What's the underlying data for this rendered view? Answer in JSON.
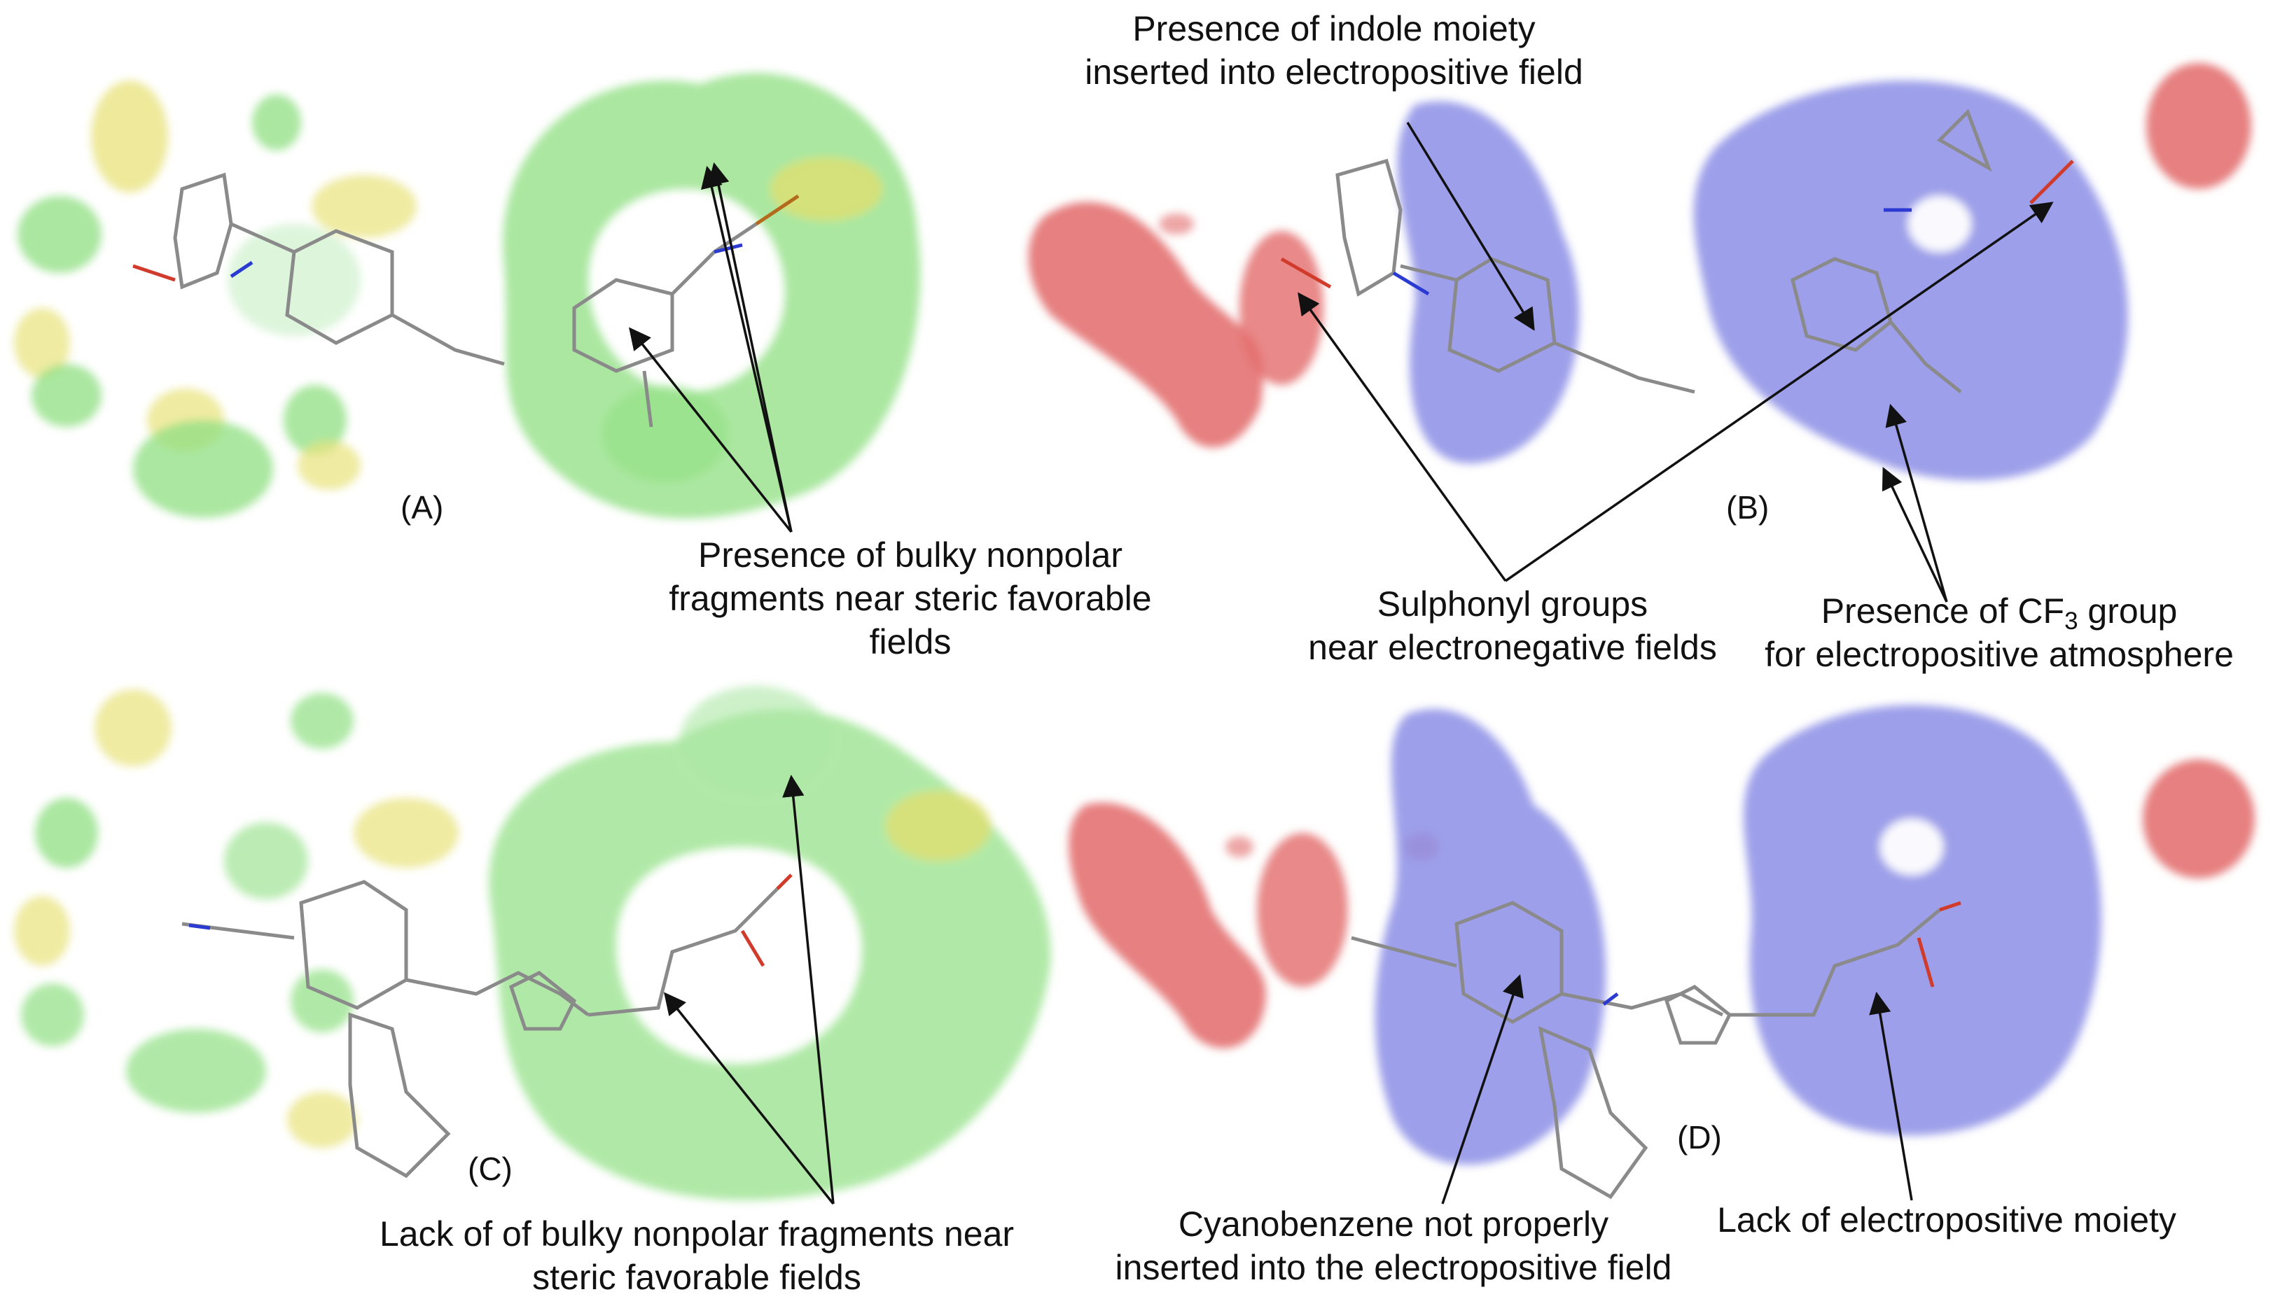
{
  "panels": {
    "a": "(A)",
    "b": "(B)",
    "c": "(C)",
    "d": "(D)"
  },
  "annotations": {
    "indole": [
      "Presence of indole moiety",
      "inserted into electropositive field"
    ],
    "bulky": [
      "Presence of bulky nonpolar",
      "fragments near steric favorable",
      "fields"
    ],
    "sulphonyl": [
      "Sulphonyl groups",
      "near electronegative fields"
    ],
    "cf3": {
      "0a": "Presence of CF",
      "0sub": "3",
      "0b": " group",
      "1": "for electropositive atmosphere"
    },
    "lack_bulky": [
      "Lack of of bulky nonpolar fragments near",
      "steric favorable fields"
    ],
    "cyanobenzene": [
      "Cyanobenzene not properly",
      "inserted into the electropositive field"
    ],
    "lack_electro": [
      "Lack of electropositive moiety"
    ]
  },
  "colors": {
    "steric_favorable": "#8fdf82",
    "steric_unfavorable": "#e8e27a",
    "electropositive_favorable": "#8c8ee6",
    "electronegative_favorable": "#e36a6a"
  }
}
